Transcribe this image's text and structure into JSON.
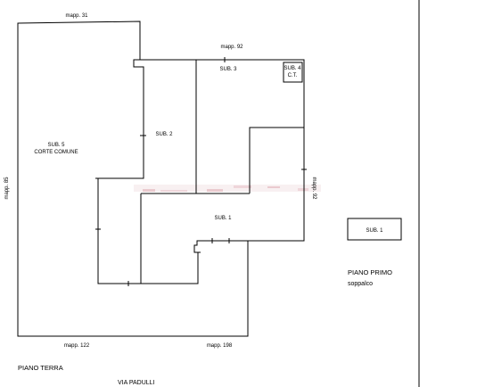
{
  "neighbors": {
    "top": "mapp. 31",
    "left": "mapp. 85",
    "right": "mapp. 92",
    "inner_top": "mapp. 92",
    "bottom_left": "mapp. 122",
    "bottom_right": "mapp. 198"
  },
  "units": {
    "sub5": [
      "SUB. 5",
      "CORTE COMUNE"
    ],
    "sub2": "SUB. 2",
    "sub3": "SUB. 3",
    "sub4": [
      "SUB. 4",
      "C.T."
    ],
    "sub1": "SUB. 1",
    "sub1_upper": "SUB. 1"
  },
  "floors": {
    "ground": "PIANO TERRA",
    "first": "PIANO PRIMO",
    "first_sub": "soppalco"
  },
  "street": "VIA PADULLI",
  "colors": {
    "lines": "#000000",
    "watermark": "#d9a0a8"
  }
}
